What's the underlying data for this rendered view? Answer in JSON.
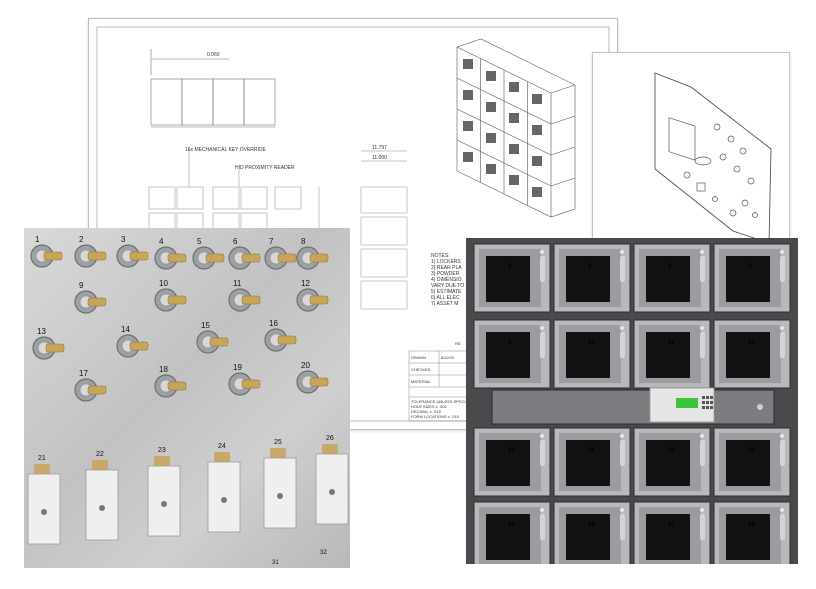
{
  "drawing": {
    "dim_top": "0.060",
    "label_override": "16x MECHANICAL KEY OVERRIDE",
    "label_reader": "HID PROXIMITY READER",
    "dim_a": "11.797",
    "dim_b": "11.000",
    "notes_title": "NOTES:",
    "notes_lines": [
      "1) LOCKERS",
      "2) REAR PLA",
      "3) POWDER",
      "4) DIMENSIO",
      "VARY DUE TO",
      "5) ESTIMATE",
      "6) ALL ELEC",
      "7) ASSET M"
    ],
    "title_block": {
      "row1": "DRAWN",
      "row2": "CHECKED",
      "row3": "MATERIAL",
      "date": "6/12/20",
      "re": "RE",
      "tolerance1": "TOLERANCE UNLESS SPECIFIED",
      "tolerance2": "HOLE SIZES ± .002",
      "tolerance3": "DECIMAL ± .015",
      "tolerance4": "FORM LOCATIONS ± .015"
    }
  },
  "key_panel": {
    "round_keys": [
      "1",
      "2",
      "3",
      "4",
      "5",
      "6",
      "7",
      "8",
      "9",
      "10",
      "11",
      "12",
      "13",
      "14",
      "15",
      "16",
      "17",
      "18",
      "19",
      "20"
    ],
    "tag_keys": [
      "21",
      "22",
      "23",
      "24",
      "25",
      "26"
    ],
    "bottom_labels": [
      "31",
      "32"
    ]
  },
  "lockers": {
    "rows": [
      [
        "1",
        "2",
        "3",
        "4"
      ],
      [
        "9",
        "10",
        "11",
        "12"
      ],
      [
        "17",
        "18",
        "19",
        "20"
      ],
      [
        "25",
        "26",
        "27",
        "28"
      ]
    ],
    "colors": {
      "body": "#4a4a4d",
      "door": "#9a9ca0",
      "window": "#111111",
      "frame": "#b7b9bc",
      "screen": "#3cc43a"
    }
  }
}
